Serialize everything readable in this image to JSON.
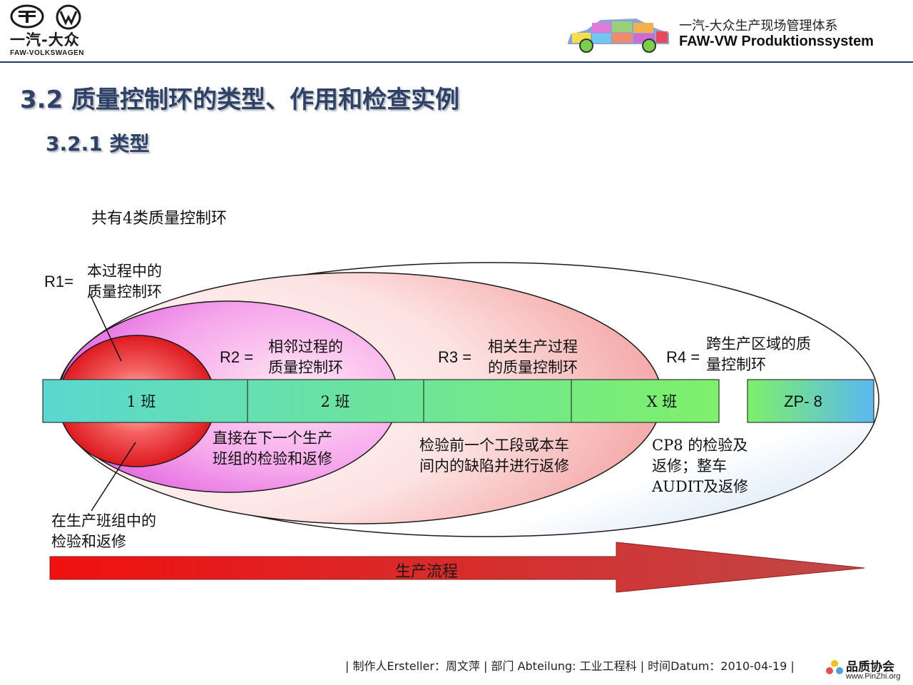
{
  "header": {
    "logo_text": "一汽-大众",
    "logo_subtext": "FAW-VOLKSWAGEN",
    "system_title_cn": "一汽-大众生产现场管理体系",
    "system_title_de": "FAW-VW Produktionssystem"
  },
  "page": {
    "title": "3.2  质量控制环的类型、作用和检查实例",
    "subtitle": "3.2.1 类型",
    "intro": "共有4类质量控制环"
  },
  "loops": {
    "r1": {
      "label": "R1=",
      "desc": "本过程中的\n质量控制环",
      "bottom": "在生产班组中的\n检验和返修"
    },
    "r2": {
      "label": "R2 =",
      "desc": "相邻过程的\n质量控制环",
      "bottom": "直接在下一个生产\n班组的检验和返修"
    },
    "r3": {
      "label": "R3 =",
      "desc": "相关生产过程\n的质量控制环",
      "bottom": "检验前一个工段或本车\n间内的缺陷并进行返修"
    },
    "r4": {
      "label": "R4 =",
      "desc": "跨生产区域的质\n量控制环",
      "bottom": "CP8 的检验及\n返修；整车\nAUDIT及返修"
    }
  },
  "shifts": [
    {
      "label": "1  班"
    },
    {
      "label": "2  班"
    },
    {
      "label": ""
    },
    {
      "label": "X  班"
    }
  ],
  "zp_label": "ZP- 8",
  "arrow_label": "生产流程",
  "footer": {
    "text": "| 制作人Ersteller：周文萍 |   部门 Abteilung: 工业工程科 | 时间Datum：2010-04-19 |"
  },
  "watermark": {
    "text": "品质协会",
    "url": "www.PinZhi.org"
  },
  "colors": {
    "title": "#2d4266",
    "header_line": "#1f3a68",
    "r1": "#e8101a",
    "r2": "#e070e0",
    "r3": "#f3a0a0",
    "bar_start": "#5ad8d0",
    "bar_end": "#7ef06a",
    "arrow_start": "#f01010",
    "arrow_end": "#c04848"
  }
}
